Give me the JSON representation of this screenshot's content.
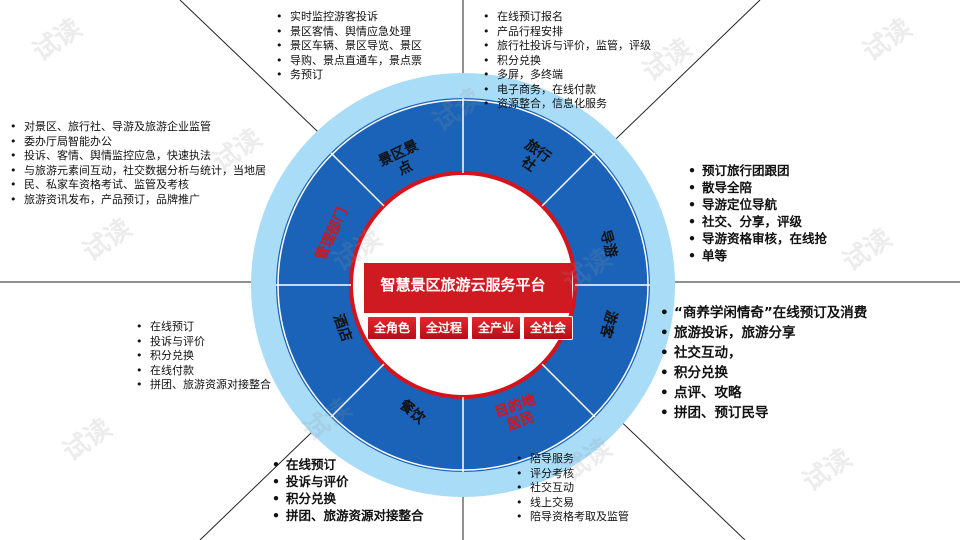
{
  "center": {
    "title": "智慧景区旅游云服务平台",
    "pills": [
      "全角色",
      "全过程",
      "全产业",
      "全社会"
    ]
  },
  "ring": {
    "scenic": "景区景\n点",
    "agency": "旅行\n社",
    "guide": "导游",
    "tourist": "游客",
    "resident": "目的地\n居民",
    "catering": "餐饮",
    "hotel": "酒店",
    "gov": "管理部门"
  },
  "blocks": {
    "scenic": [
      "实时监控游客投诉",
      "景区客情、舆情应急处理",
      "景区车辆、景区导览、景区",
      "导购、景点直通车，景点票",
      "务预订"
    ],
    "agency": [
      "在线预订报名",
      "产品行程安排",
      "旅行社投诉与评价，监管，评级",
      "积分兑换",
      "多屏，多终端",
      "电子商务，在线付款",
      "资源整合，信息化服务"
    ],
    "gov": [
      "对景区、旅行社、导游及旅游企业监管",
      "委办厅局智能办公",
      "投诉、客情、舆情监控应急，快速执法",
      "与旅游元素间互动，社交数据分析与统计，当地居",
      "民、私家车资格考试、监管及考核",
      "旅游资讯发布，产品预订，品牌推广"
    ],
    "guide": [
      "预订旅行团跟团",
      "散导全陪",
      "导游定位导航",
      "社交、分享，评级",
      "导游资格审核，在线抢",
      "单等"
    ],
    "hotel": [
      "在线预订",
      "投诉与评价",
      "积分兑换",
      "在线付款",
      "拼团、旅游资源对接整合"
    ],
    "tourist": [
      "“商养学闲情奇”在线预订及消费",
      "旅游投诉，旅游分享",
      "社交互动，",
      "积分兑换",
      "点评、攻略",
      "拼团、预订民导"
    ],
    "catering": [
      "在线预订",
      "投诉与评价",
      "积分兑换",
      "拼团、旅游资源对接整合"
    ],
    "resident": [
      "陪导服务",
      "评分考核",
      "社交互动",
      "线上交易",
      "陪导资格考取及监管"
    ]
  },
  "watermark": "试读",
  "colors": {
    "outer_ring": "#a9dcf7",
    "mid_ring": "#2b7fd3",
    "inner_ring": "#1a63b8",
    "core_border": "#d4141c",
    "banner": "#d01a22"
  }
}
